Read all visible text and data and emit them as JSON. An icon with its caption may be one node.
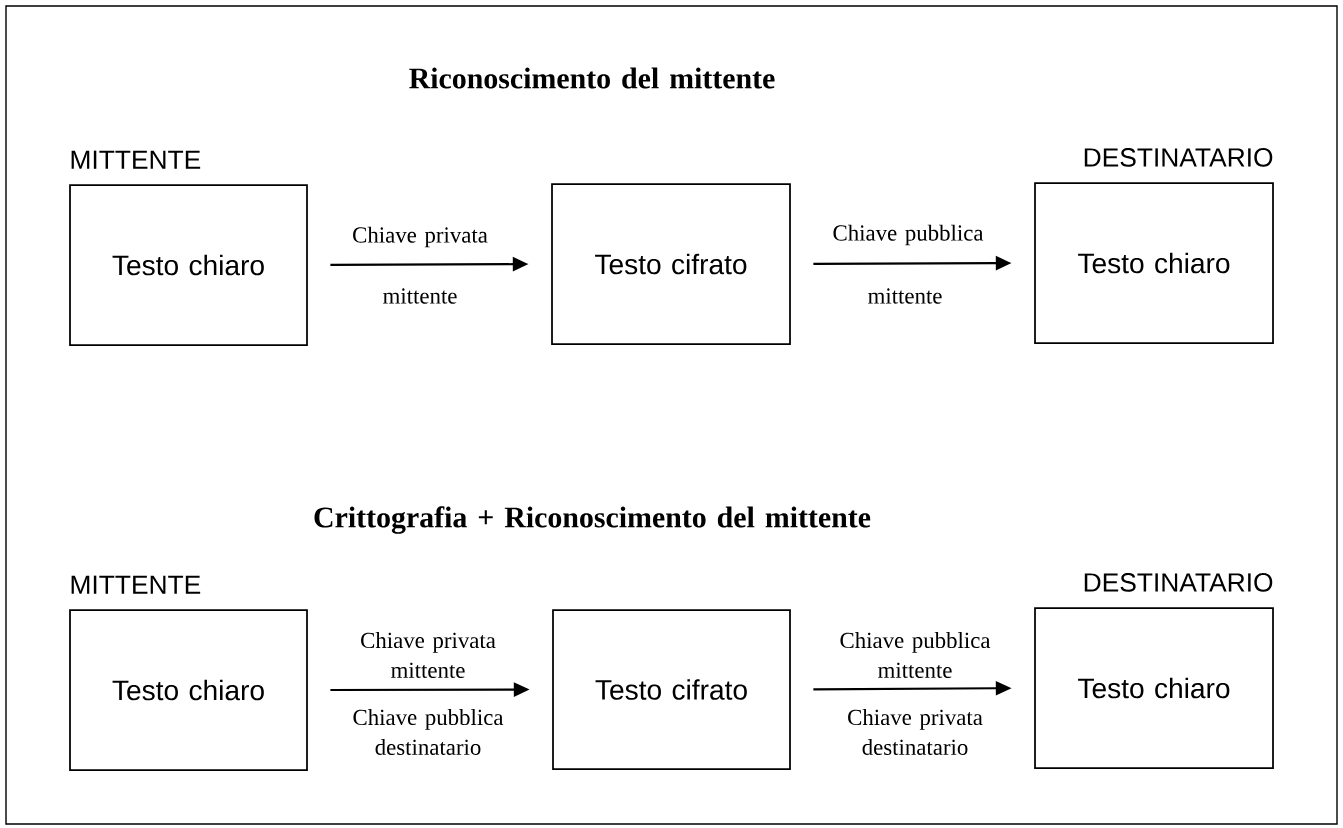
{
  "diagram": {
    "nodes": [
      {
        "text": [
          "MITTENTE",
          "Testo chiaro"
        ]
      },
      {
        "text": [
          "Testo cifrato"
        ]
      },
      {
        "text": [
          "DESTINATARIO",
          "Testo chiaro"
        ]
      },
      {
        "text": [
          "MITTENTE",
          "Testo chiaro"
        ]
      },
      {
        "text": [
          "Testo cifrato"
        ]
      },
      {
        "text": [
          "DESTINATARIO",
          "Testo chiaro"
        ]
      }
    ],
    "edges": [
      {
        "from": 0,
        "to": 1,
        "arrow": "to",
        "label": "Chiave privata"
      },
      {
        "from": 1,
        "to": 2,
        "arrow": "to",
        "label": "Chiave pubblica"
      },
      {
        "from": 3,
        "to": 4,
        "arrow": "to",
        "label": "Chiave privata mittente"
      },
      {
        "from": 4,
        "to": 5,
        "arrow": "to",
        "label": "Chiave pubblica mittente"
      }
    ],
    "labels": [
      "Riconoscimento del mittente",
      "mittente",
      "mittente",
      "Crittografia + Riconoscimento del mittente",
      "Chiave pubblica destinatario",
      "Chiave privata destinatario"
    ]
  }
}
